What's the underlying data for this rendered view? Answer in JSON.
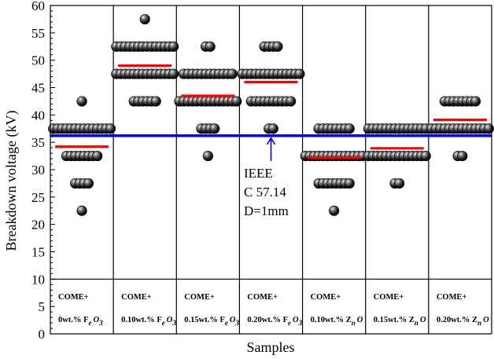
{
  "chart_data": {
    "type": "scatter",
    "xlabel": "Samples",
    "ylabel": "Breakdown voltage (kV)",
    "ylim": [
      0,
      60
    ],
    "yticks": [
      0,
      5,
      10,
      15,
      20,
      25,
      30,
      35,
      40,
      45,
      50,
      55,
      60
    ],
    "categories": [
      {
        "line1": "COME+",
        "line2": "0wt.% F",
        "sub1": "e",
        "mid": "O",
        "sub2": "3"
      },
      {
        "line1": "COME+",
        "line2": "0.10wt.% F",
        "sub1": "e",
        "mid": "O",
        "sub2": "3"
      },
      {
        "line1": "COME+",
        "line2": "0.15wt.% F",
        "sub1": "e",
        "mid": "O",
        "sub2": "3"
      },
      {
        "line1": "COME+",
        "line2": "0.20wt.% F",
        "sub1": "e",
        "mid": "O",
        "sub2": "3"
      },
      {
        "line1": "COME+",
        "line2": "0.10wt.% Z",
        "sub1": "n",
        "mid": "O",
        "sub2": ""
      },
      {
        "line1": "COME+",
        "line2": "0.15wt.% Z",
        "sub1": "n",
        "mid": "O",
        "sub2": ""
      },
      {
        "line1": "COME+",
        "line2": "0.20wt.% Z",
        "sub1": "n",
        "mid": "O",
        "sub2": ""
      }
    ],
    "series": [
      {
        "points": [
          {
            "y": 42.5,
            "n": 1
          },
          {
            "y": 37.5,
            "n": 14
          },
          {
            "y": 32.5,
            "n": 8
          },
          {
            "y": 27.5,
            "n": 4
          },
          {
            "y": 22.5,
            "n": 1
          }
        ],
        "mean": 34.2
      },
      {
        "points": [
          {
            "y": 57.5,
            "n": 1
          },
          {
            "y": 52.5,
            "n": 14
          },
          {
            "y": 47.5,
            "n": 14
          },
          {
            "y": 42.5,
            "n": 6
          }
        ],
        "mean": 49.0
      },
      {
        "points": [
          {
            "y": 52.5,
            "n": 2
          },
          {
            "y": 47.5,
            "n": 12
          },
          {
            "y": 42.5,
            "n": 14
          },
          {
            "y": 37.5,
            "n": 4
          },
          {
            "y": 32.5,
            "n": 1
          }
        ],
        "mean": 43.5
      },
      {
        "points": [
          {
            "y": 52.5,
            "n": 4
          },
          {
            "y": 47.5,
            "n": 14
          },
          {
            "y": 42.5,
            "n": 10
          },
          {
            "y": 37.5,
            "n": 2
          }
        ],
        "mean": 46.0
      },
      {
        "points": [
          {
            "y": 37.5,
            "n": 8
          },
          {
            "y": 32.5,
            "n": 14
          },
          {
            "y": 27.5,
            "n": 8
          },
          {
            "y": 22.5,
            "n": 1
          }
        ],
        "mean": 32.2
      },
      {
        "points": [
          {
            "y": 37.5,
            "n": 14
          },
          {
            "y": 32.5,
            "n": 14
          },
          {
            "y": 27.5,
            "n": 2
          }
        ],
        "mean": 33.9
      },
      {
        "points": [
          {
            "y": 42.5,
            "n": 8
          },
          {
            "y": 37.5,
            "n": 14
          },
          {
            "y": 32.5,
            "n": 2
          }
        ],
        "mean": 39.1
      }
    ],
    "reference_line": {
      "y": 36.2,
      "color": "#0000ff"
    },
    "mean_line_color": "#ff0000",
    "annotation": {
      "lines": [
        "IEEE",
        "C 57.14",
        "D=1mm"
      ]
    },
    "grid": false
  }
}
